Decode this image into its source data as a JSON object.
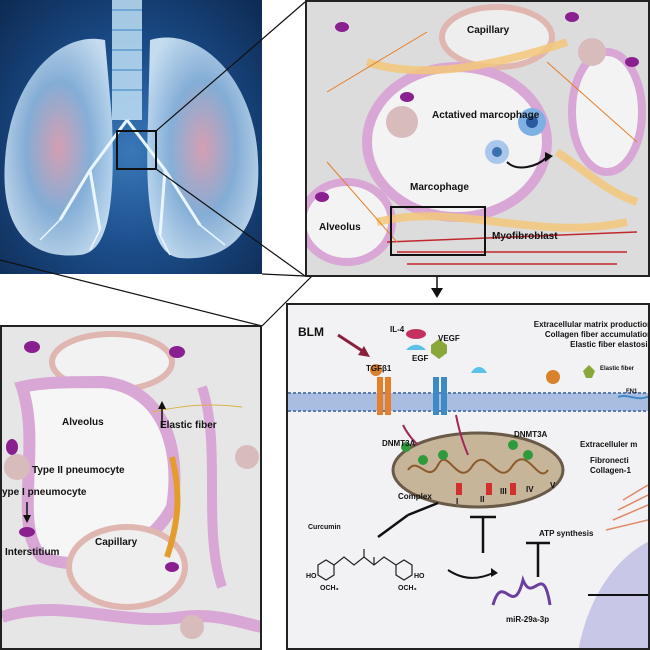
{
  "colors": {
    "membrane": "#7f9ac6",
    "alveolar_wall": "#d9a7d6",
    "myofibroblast": "#f2c77a",
    "collagen": "#c2272d",
    "receptor": "#e57f2a"
  },
  "icons": [
    "lung-xray-icon",
    "macrophage-icon",
    "curcumin-molecule-icon",
    "mitochondrion-icon",
    "mirna-icon"
  ],
  "top_right": {
    "capillary": "Capillary",
    "activated_macrophage": "Actatived marcophage",
    "macrophage": "Marcophage",
    "alveolus": "Alveolus",
    "myofibroblast": "Myofibroblast"
  },
  "bottom_left": {
    "alveolus": "Alveolus",
    "elastic_fiber": "Elastic fiber",
    "type2": "Type II pneumocyte",
    "type1": "ype I pneumocyte",
    "capillary": "Capillary",
    "interstitium": "Interstitium"
  },
  "mechanism": {
    "blm": "BLM",
    "il4": "IL-4",
    "vegf": "VEGF",
    "egf": "EGF",
    "tgfb1": "TGFβ1",
    "ecm_lines": [
      "Extracellular matrix production",
      "Collagen fiber accumulation",
      "Elastic fiber elastosis"
    ],
    "elastic_fiber": "Elastic fiber",
    "fn1": "FN1",
    "dnmt3a_left": "DNMT3A",
    "dnmt3a_right": "DNMT3A",
    "extracellular": "Extracelluler m",
    "fibronectin": "Fibronecti",
    "collagen1": "Collagen-1",
    "complex": "Complex",
    "roman": [
      "I",
      "II",
      "III",
      "IV",
      "V"
    ],
    "atp": "ATP synthesis",
    "curcumin": "Curcumin",
    "ho_left": "HO",
    "och3_left": "OCH₃",
    "ho_right": "HO",
    "och3_right": "OCH₃",
    "mirna": "miR-29a-3p"
  }
}
